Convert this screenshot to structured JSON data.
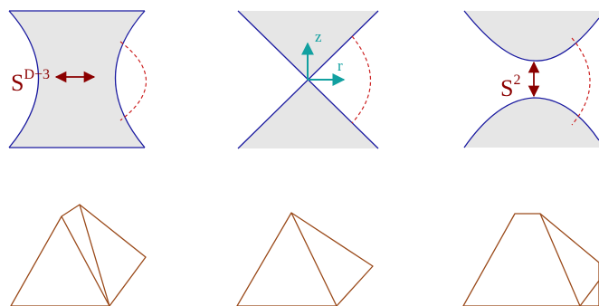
{
  "colors": {
    "region_fill": "#e6e6e6",
    "boundary": "#1a1aa0",
    "dashed_arc": "#cc2020",
    "arrow": "#8b0000",
    "axis": "#11a0a0",
    "polytope": "#9a4a1a",
    "label_red": "#8b0000",
    "label_axis": "#11a0a0"
  },
  "panels": [
    {
      "name": "resolved-conifold-sphere-d3",
      "label": {
        "base": "S",
        "sup": "D−3"
      }
    },
    {
      "name": "singular-cone",
      "axes": {
        "z": "z",
        "r": "r"
      }
    },
    {
      "name": "deformed-conifold-sphere-2",
      "label": {
        "base": "S",
        "sup": "2"
      }
    }
  ],
  "polytopes": [
    {
      "name": "polytope-left"
    },
    {
      "name": "polytope-middle"
    },
    {
      "name": "polytope-right"
    }
  ]
}
